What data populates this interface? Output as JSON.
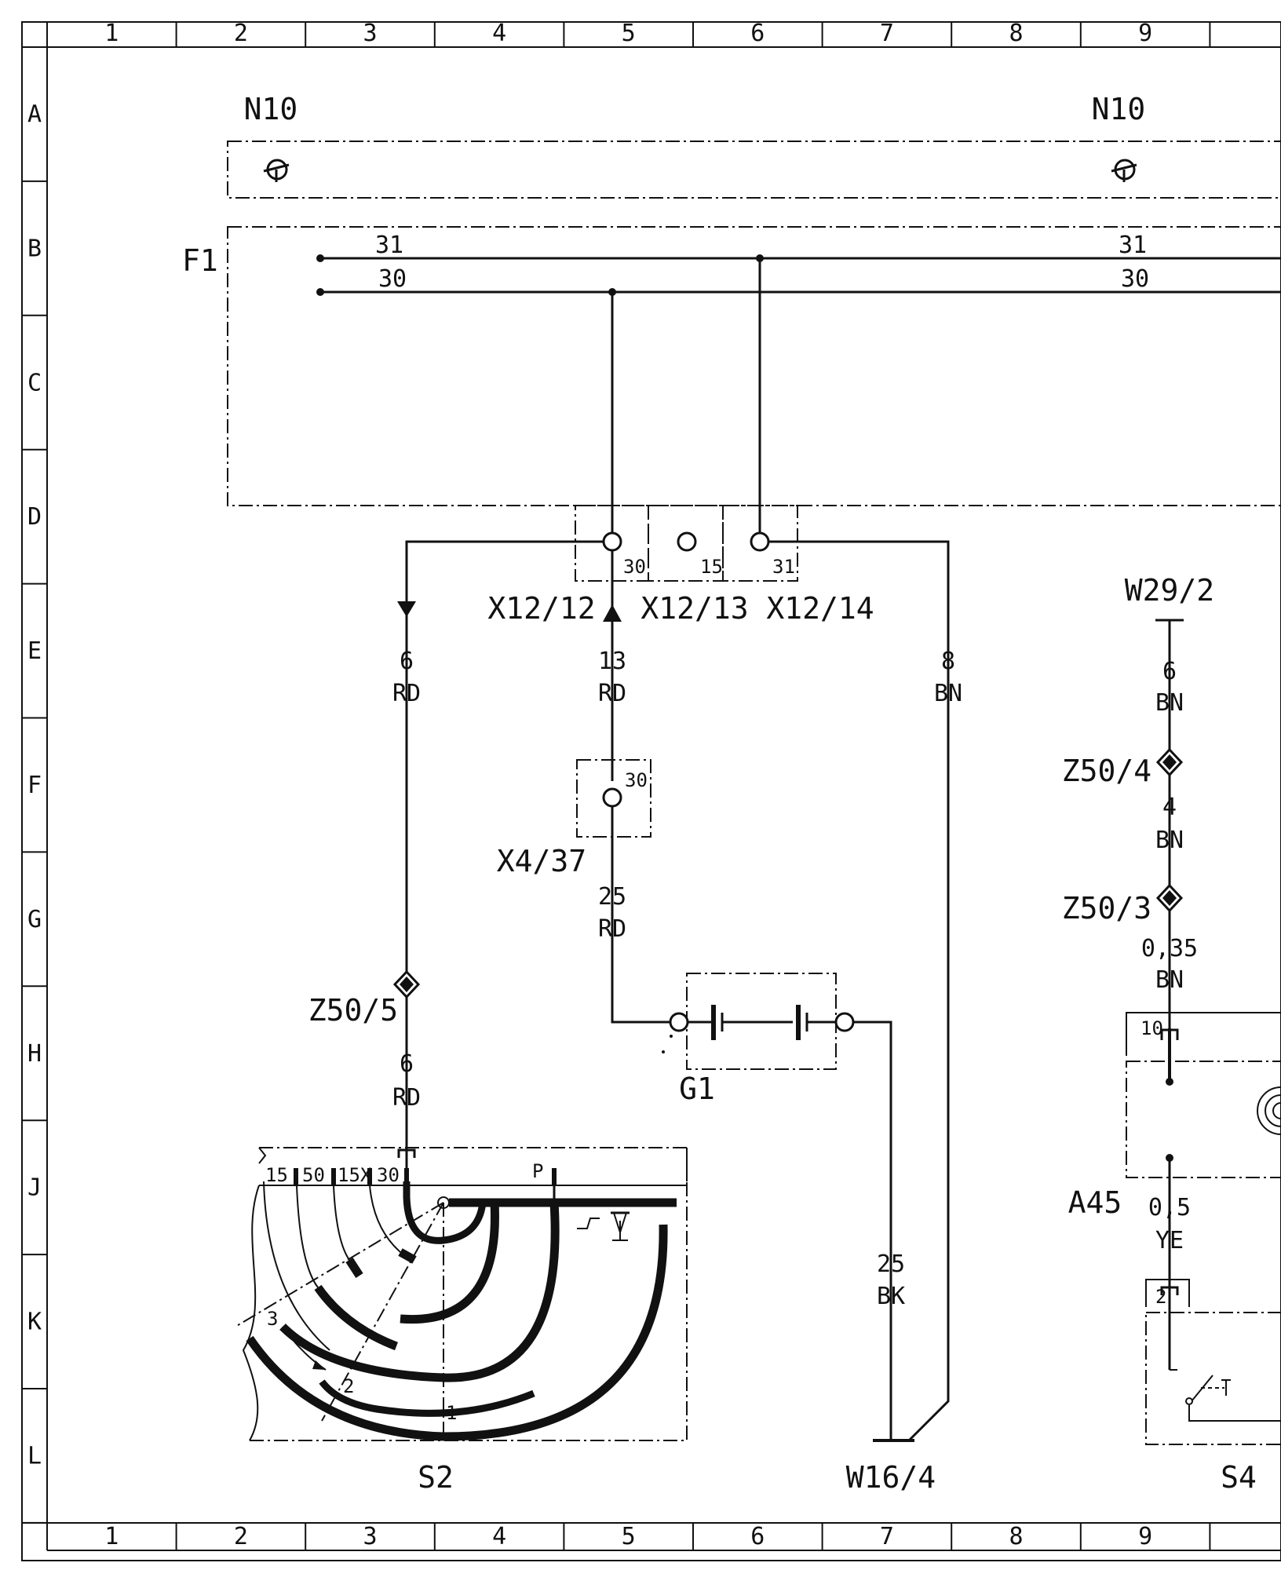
{
  "grid": {
    "columns": [
      "1",
      "2",
      "3",
      "4",
      "5",
      "6",
      "7",
      "8",
      "9"
    ],
    "rows": [
      "A",
      "B",
      "C",
      "D",
      "E",
      "F",
      "G",
      "H",
      "J",
      "K",
      "L"
    ]
  },
  "components": {
    "n10_left": "N10",
    "n10_right": "N10",
    "f1": "F1",
    "x12_12": "X12/12",
    "x12_13": "X12/13",
    "x12_14": "X12/14",
    "x4_37": "X4/37",
    "g1": "G1",
    "z50_5": "Z50/5",
    "z50_4": "Z50/4",
    "z50_3": "Z50/3",
    "s2": "S2",
    "w16_4": "W16/4",
    "w29_2": "W29/2",
    "a45": "A45",
    "s4": "S4"
  },
  "bus": {
    "line31_left": "31",
    "line30_left": "30",
    "line31_right": "31",
    "line30_right": "30"
  },
  "terminals": {
    "x12_12_pin": "30",
    "x12_13_pin": "15",
    "x12_14_pin": "31",
    "x4_37_pin": "30",
    "a45_pin": "10",
    "s4_pin": "2"
  },
  "wires": {
    "w1_size": "6",
    "w1_color": "RD",
    "w2_size": "13",
    "w2_color": "RD",
    "w3_size": "8",
    "w3_color": "BN",
    "w4_size": "25",
    "w4_color": "RD",
    "w5_size": "6",
    "w5_color": "RD",
    "w6_size": "25",
    "w6_color": "BK",
    "w7_size": "6",
    "w7_color": "BN",
    "w8_size": "4",
    "w8_color": "BN",
    "w9_size": "0,35",
    "w9_color": "BN",
    "w10_size": "0,5",
    "w10_color": "YE"
  },
  "switch_s2": {
    "terminals": [
      "15",
      "50",
      "15X",
      "30",
      "P"
    ],
    "positions": [
      "3",
      "2",
      "1"
    ]
  }
}
